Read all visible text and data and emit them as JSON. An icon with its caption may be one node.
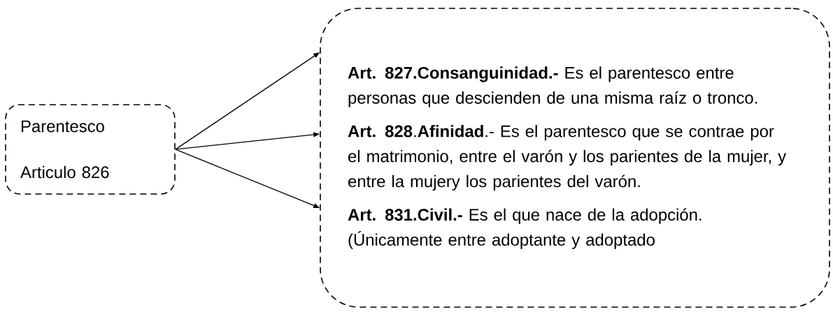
{
  "diagram": {
    "nodes": [
      {
        "text": [
          "Parentesco",
          "Articulo 826"
        ]
      },
      {
        "text": [
          "**Art. 827.Consanguinidad.-** Es el parentesco entre personas que descienden de una misma raíz o tronco.",
          "**Art. 828**.**Afinidad**.- Es el parentesco que se contrae por el matrimonio, entre el varón y los parientes de la mujer, y entre la mujery los parientes del varón.",
          "**Art. 831.Civil.-** Es el que nace de la adopción. (Únicamente entre adoptante y adoptado"
        ]
      }
    ],
    "edges": [
      {
        "from": 0,
        "to": 1,
        "arrow": "to"
      },
      {
        "from": 0,
        "to": 1,
        "arrow": "to"
      },
      {
        "from": 0,
        "to": 1,
        "arrow": "to"
      }
    ]
  }
}
